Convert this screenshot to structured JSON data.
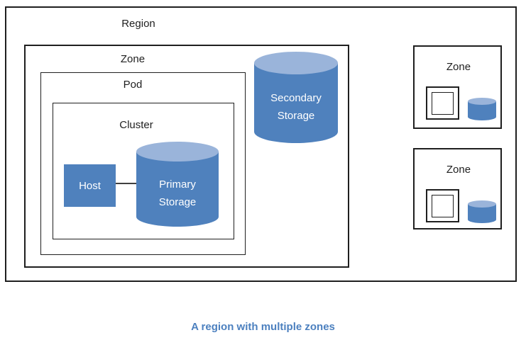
{
  "colors": {
    "background": "#ffffff",
    "border": "#1f1f1f",
    "fill_blue": "#4f81bd",
    "fill_blue_light": "#9ab4da",
    "text_on_blue": "#ffffff",
    "connector_gray": "#404040",
    "caption_blue": "#4c80bf",
    "label_text": "#1f1f1f"
  },
  "region": {
    "label": "Region"
  },
  "main_zone": {
    "label": "Zone",
    "secondary_storage": {
      "line1": "Secondary",
      "line2": "Storage"
    },
    "pod": {
      "label": "Pod",
      "cluster": {
        "label": "Cluster",
        "host": {
          "label": "Host"
        },
        "primary_storage": {
          "line1": "Primary",
          "line2": "Storage"
        }
      }
    }
  },
  "mini_zones": [
    {
      "label": "Zone"
    },
    {
      "label": "Zone"
    }
  ],
  "caption": "A region with multiple zones"
}
